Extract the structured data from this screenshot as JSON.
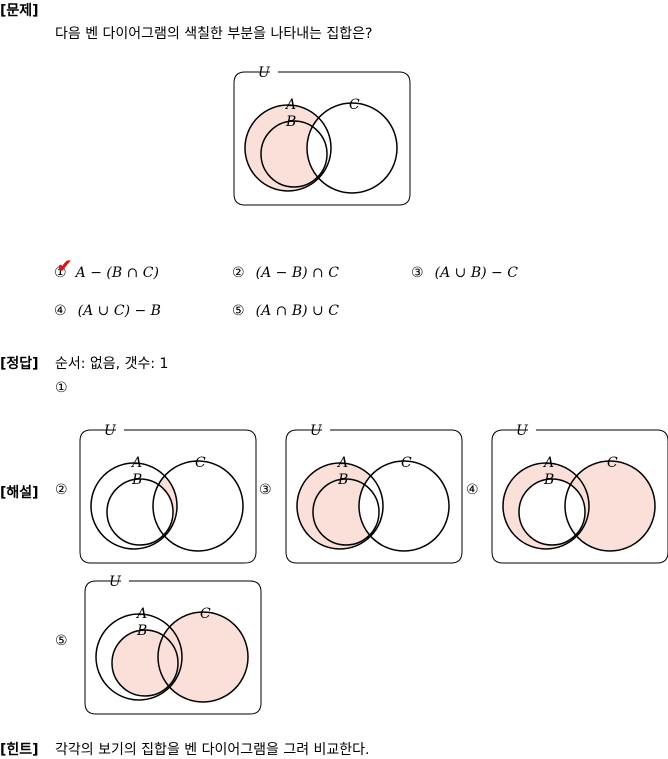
{
  "problem": {
    "tag": "[문제]",
    "question": "다음 벤 다이어그램의 색칠한 부분을 나타내는 집합은?"
  },
  "venn_labels": {
    "u": "U",
    "a": "A",
    "b": "B",
    "c": "C"
  },
  "choices": [
    {
      "marker": "①",
      "expr": "A − (B ∩ C)",
      "checked": true
    },
    {
      "marker": "②",
      "expr": "(A − B) ∩ C"
    },
    {
      "marker": "③",
      "expr": "(A ∪ B) − C"
    },
    {
      "marker": "④",
      "expr": "(A ∪ C) − B"
    },
    {
      "marker": "⑤",
      "expr": "(A ∩ B) ∪ C"
    }
  ],
  "answer": {
    "tag": "[정답]",
    "info": "순서: 없음,   갯수: 1",
    "value": "①"
  },
  "explanation": {
    "tag": "[해설]",
    "markers": [
      "②",
      "③",
      "④",
      "⑤"
    ]
  },
  "hint": {
    "tag": "[힌트]",
    "text": "각각의 보기의 집합을 벤 다이어그램을 그려 비교한다."
  },
  "colors": {
    "shade": "#fbe0da",
    "check": "#d21a1a"
  }
}
